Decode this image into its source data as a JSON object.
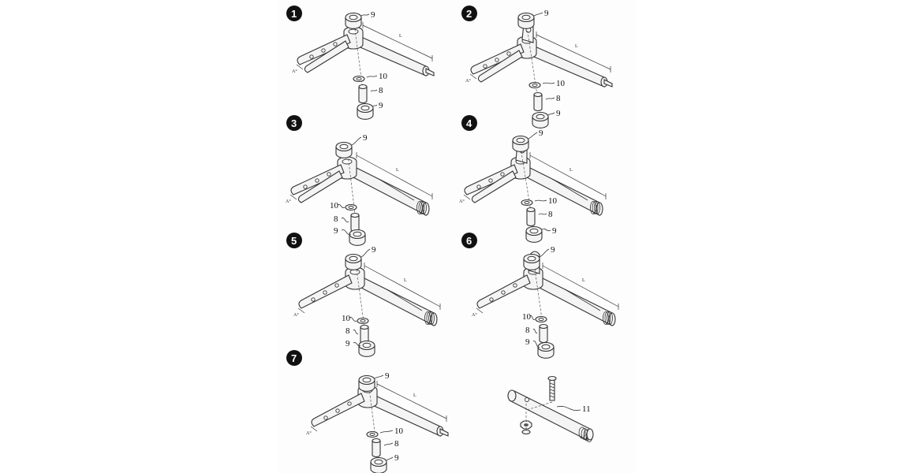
{
  "figures": [
    {
      "number": "1",
      "variant": "twin-arm",
      "callouts": {
        "top": "9",
        "washer": "10",
        "pin": "8",
        "bottom": "9"
      },
      "dims": {
        "length": "L",
        "angle": "A°"
      }
    },
    {
      "number": "2",
      "variant": "twin-arm-bracket",
      "callouts": {
        "top": "9",
        "washer": "10",
        "pin": "8",
        "bottom": "9"
      },
      "dims": {
        "length": "L",
        "angle": "A°"
      }
    },
    {
      "number": "3",
      "variant": "twin-arm-long",
      "callouts": {
        "top": "9",
        "washer": "10",
        "pin": "8",
        "bottom": "9"
      },
      "dims": {
        "length": "L",
        "angle": "A°"
      }
    },
    {
      "number": "4",
      "variant": "twin-arm-long-bracket",
      "callouts": {
        "top": "9",
        "washer": "10",
        "pin": "8",
        "bottom": "9"
      },
      "dims": {
        "length": "L",
        "angle": "A°"
      }
    },
    {
      "number": "5",
      "variant": "single-arm-long",
      "callouts": {
        "top": "9",
        "washer": "10",
        "pin": "8",
        "bottom": "9"
      },
      "dims": {
        "length": "L",
        "angle": "A°"
      }
    },
    {
      "number": "6",
      "variant": "single-arm-long-bracket",
      "callouts": {
        "top": "9",
        "washer": "10",
        "pin": "8",
        "bottom": "9"
      },
      "dims": {
        "length": "L",
        "angle": "A°"
      }
    },
    {
      "number": "7",
      "variant": "single-arm",
      "callouts": {
        "top": "9",
        "washer": "10",
        "pin": "8",
        "bottom": "9"
      },
      "dims": {
        "length": "L",
        "angle": "A°"
      }
    }
  ],
  "axle_part": {
    "callout": "11"
  },
  "icons": [
    "number-badge",
    "axle-assembly",
    "bearing-ring",
    "washer",
    "king-pin",
    "threaded-axle-tube",
    "bolt"
  ]
}
